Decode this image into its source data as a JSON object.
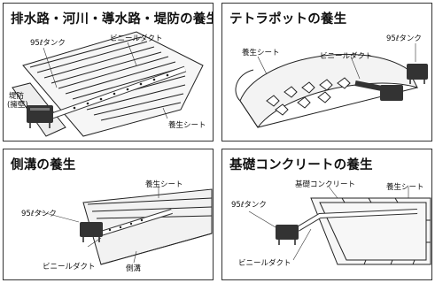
{
  "panels": {
    "drainage": {
      "title": "排水路・河川・導水路・堤防の養生",
      "tank": "95ℓタンク",
      "duct": "ビニールダクト",
      "bank": "堤防",
      "bank2": "(擁壁)",
      "sheet": "養生シート"
    },
    "tetrapod": {
      "title": "テトラポットの養生",
      "sheet": "養生シート",
      "duct": "ビニールダクト",
      "tank": "95ℓタンク"
    },
    "gutter": {
      "title": "側溝の養生",
      "sheet": "養生シート",
      "tank": "95ℓタンク",
      "duct": "ビニールダクト",
      "gutter": "側溝"
    },
    "block": {
      "title": "基礎コンクリートの養生",
      "concrete": "基礎コンクリート",
      "sheet": "養生シート",
      "tank": "95ℓタンク",
      "duct": "ビニールダクト"
    }
  }
}
